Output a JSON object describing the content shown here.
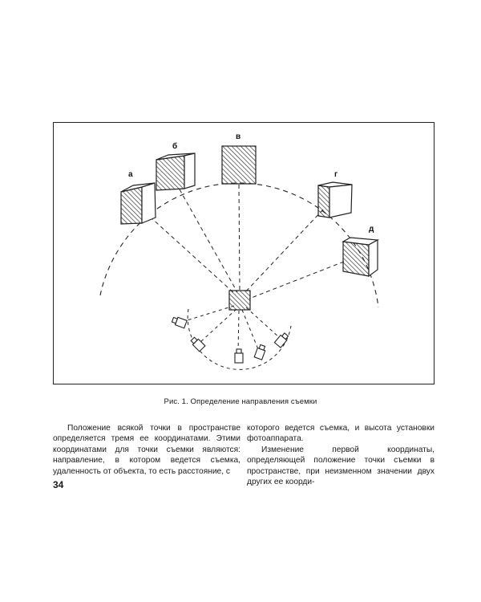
{
  "figure": {
    "labels": {
      "a": "а",
      "b": "б",
      "v": "в",
      "g": "г",
      "d": "д"
    },
    "hatch_color": "#2a2a2a"
  },
  "caption": "Рис. 1. Определение направления съемки",
  "text": {
    "left_paragraph": "Положение всякой точки в пространстве определяется тремя ее координатами. Этими координатами для точки съемки являются: направление, в котором ведется съемка, удаленность от объекта, то есть расстояние, с",
    "right_continuation": "которого ведется съемка, и высота установки фотоаппарата.",
    "right_paragraph": "Изменение первой координаты, определяющей положение точки съемки в пространстве, при неизменном значении двух других ее коорди-"
  },
  "page_number": "34"
}
